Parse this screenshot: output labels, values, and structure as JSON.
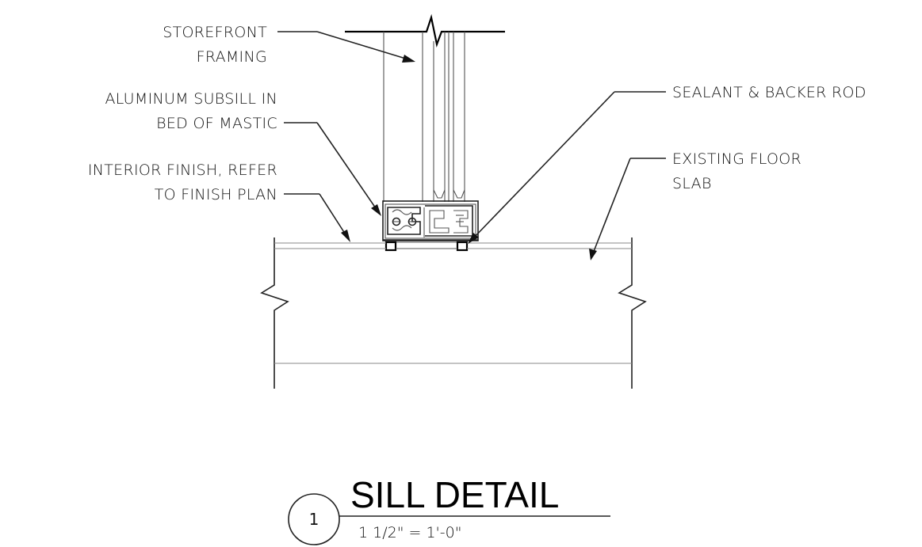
{
  "drawing": {
    "notes": {
      "storefront_line1": "STOREFRONT",
      "storefront_line2": "FRAMING",
      "subsill_line1": "ALUMINUM SUBSILL IN",
      "subsill_line2": "BED OF MASTIC",
      "interior_line1": "INTERIOR FINISH, REFER",
      "interior_line2": "TO FINISH PLAN",
      "sealant": "SEALANT & BACKER ROD",
      "slab_line1": "EXISTING FLOOR",
      "slab_line2": "SLAB"
    },
    "title_block": {
      "detail_number": "1",
      "title": "SILL DETAIL",
      "scale": "1 1/2\" = 1'-0\""
    }
  }
}
